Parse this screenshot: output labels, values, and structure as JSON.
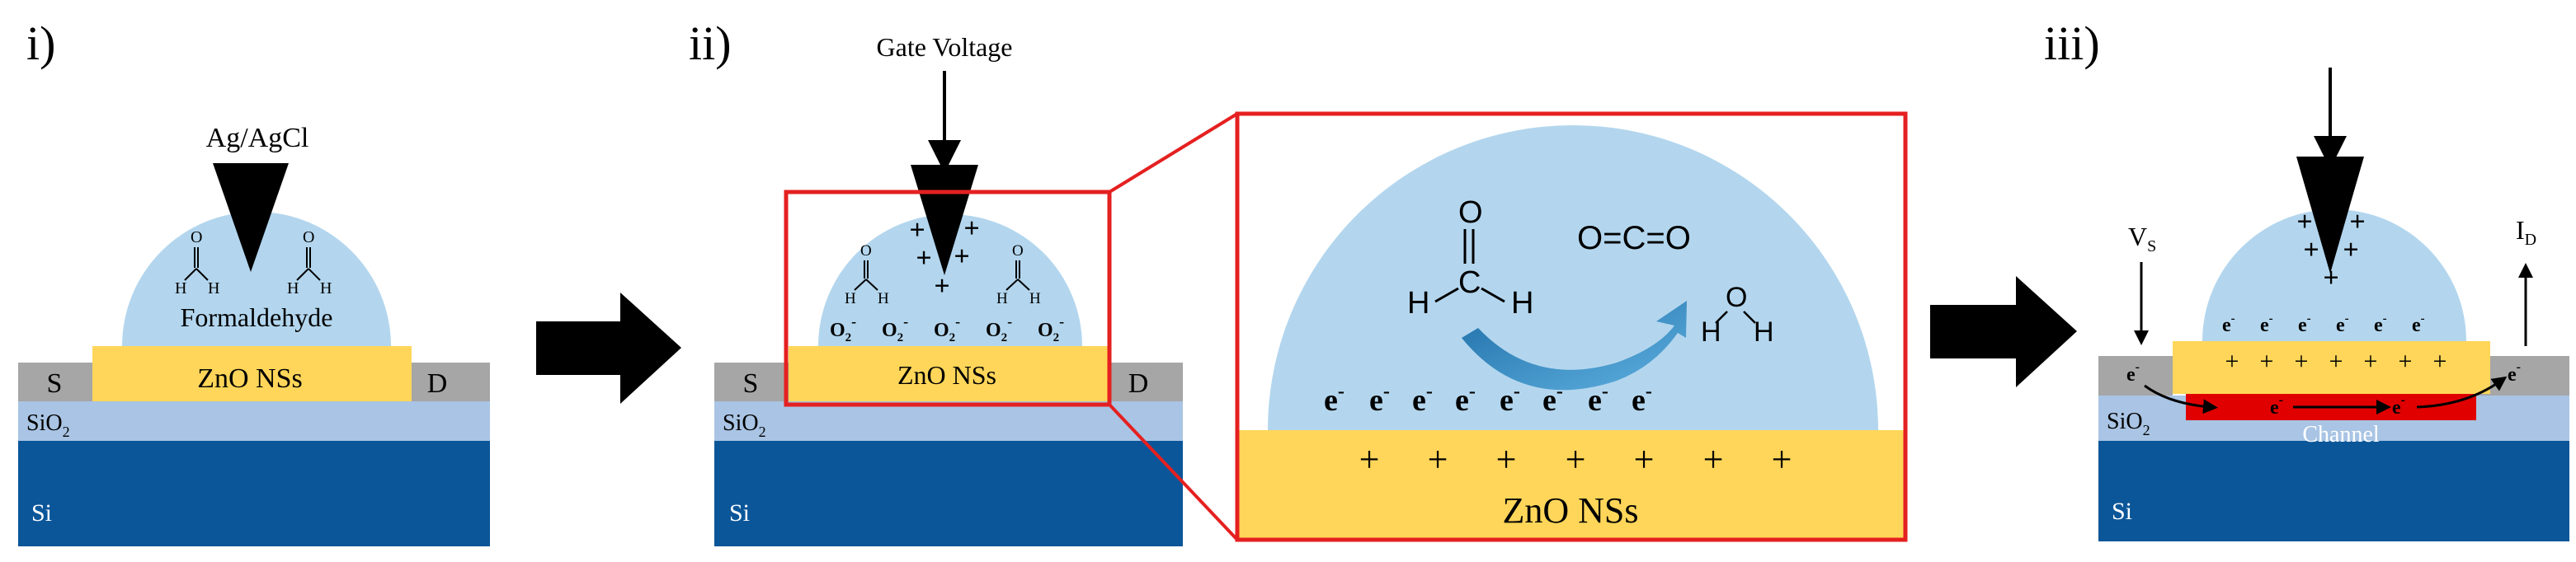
{
  "colors": {
    "si": "#0b5699",
    "sio2": "#a9c4e4",
    "metal": "#a6a6a6",
    "zno": "#ffd659",
    "droplet": "#b3d6ee",
    "channel": "#e00000",
    "zoom_box": "#e52020",
    "arrow_blue": "#2e86c1",
    "black": "#000000"
  },
  "panel_i": {
    "label": "i)",
    "electrode": "Ag/AgCl",
    "droplet_label": "Formaldehyde",
    "source": "S",
    "drain": "D",
    "zno": "ZnO NSs",
    "sio2": "SiO",
    "sio2_sub": "2",
    "si": "Si",
    "molecule_atoms": {
      "o": "O",
      "h": "H"
    }
  },
  "panel_ii": {
    "label": "ii)",
    "gate": "Gate Voltage",
    "source": "S",
    "drain": "D",
    "zno": "ZnO NSs",
    "sio2": "SiO",
    "sio2_sub": "2",
    "si": "Si",
    "oxygen_ion": "O",
    "oxygen_sub": "2",
    "oxygen_sup": "-",
    "plus": "+"
  },
  "zoom": {
    "co2": "O=C=O",
    "electron": "e",
    "electron_sup": "-",
    "plus": "+",
    "zno": "ZnO NSs",
    "atoms": {
      "o": "O",
      "c": "C",
      "h": "H"
    }
  },
  "panel_iii": {
    "label": "iii)",
    "vs": "V",
    "vs_sub": "S",
    "id": "I",
    "id_sub": "D",
    "channel": "Channel",
    "sio2": "SiO",
    "sio2_sub": "2",
    "si": "Si",
    "electron": "e",
    "electron_sup": "-",
    "plus": "+"
  }
}
